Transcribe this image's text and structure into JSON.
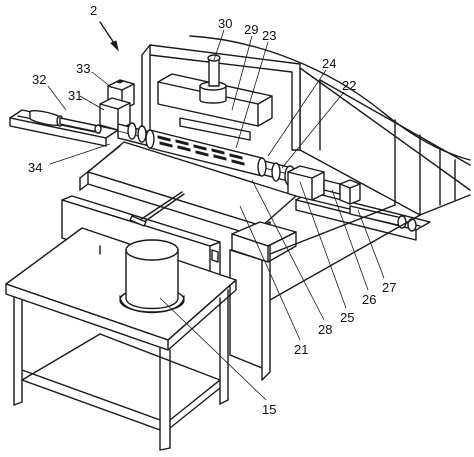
{
  "labels": {
    "l2": "2",
    "l30": "30",
    "l29": "29",
    "l23": "23",
    "l33": "33",
    "l32": "32",
    "l31": "31",
    "l24": "24",
    "l22": "22",
    "l34": "34",
    "l21": "21",
    "l28": "28",
    "l25": "25",
    "l26": "26",
    "l27": "27",
    "l15": "15"
  }
}
